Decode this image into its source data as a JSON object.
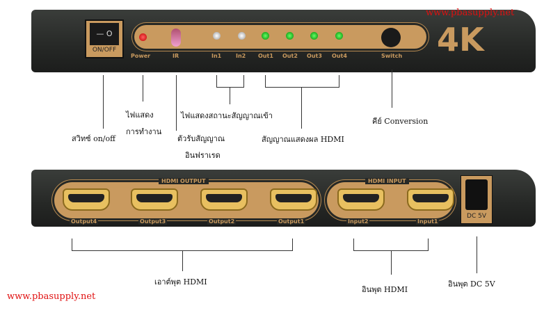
{
  "watermark": "www.pbasupply.net",
  "front": {
    "switch_label": "ON/OFF",
    "switch_glyph": "— O",
    "brand": "4K",
    "labels": [
      "Power",
      "IR",
      "In1",
      "In2",
      "Out1",
      "Out2",
      "Out3",
      "Out4",
      "Switch"
    ]
  },
  "back": {
    "output_title": "HDMI OUTPUT",
    "input_title": "HDMI INPUT",
    "dc_label": "DC 5V",
    "outputs": [
      "Output4",
      "Output3",
      "Output2",
      "Output1"
    ],
    "inputs": [
      "Input2",
      "Input1"
    ]
  },
  "annotations": {
    "switch": "สวิทซ์ on/off",
    "power_1": "ไฟแสดง",
    "power_2": "การทำงาน",
    "ir_1": "ตัวรับสัญญาณ",
    "ir_2": "อินฟราเรด",
    "input_status": "ไฟแสดงสถานะสัญญาณเข้า",
    "output_status": "สัญญาณแสดงผล HDMI",
    "switch_key": "คีย์ Conversion",
    "hdmi_output": "เอาต์พุต HDMI",
    "hdmi_input": "อินพุต HDMI",
    "dc_input": "อินพุต DC 5V"
  }
}
